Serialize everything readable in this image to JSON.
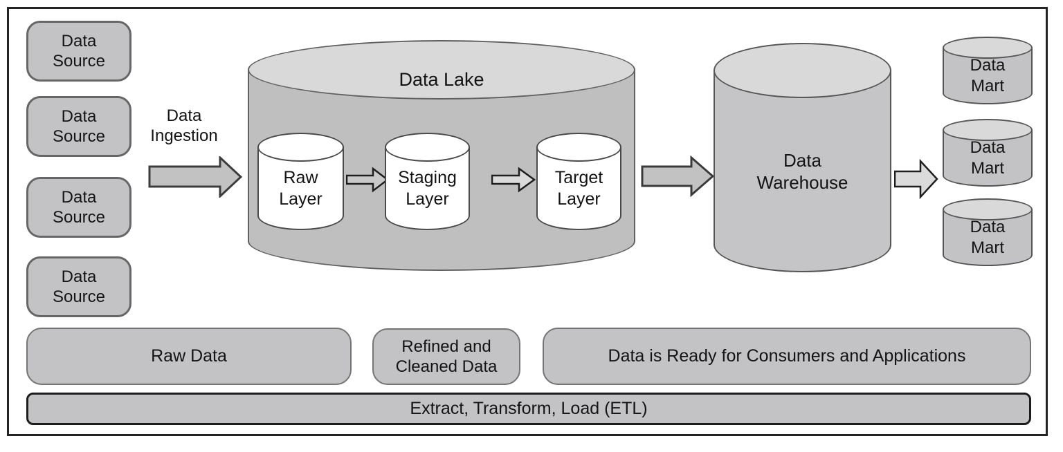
{
  "diagram": {
    "data_sources": [
      "Data\nSource",
      "Data\nSource",
      "Data\nSource",
      "Data\nSource"
    ],
    "ingestion_label": "Data\nIngestion",
    "data_lake": {
      "label": "Data Lake",
      "layers": [
        "Raw\nLayer",
        "Staging\nLayer",
        "Target\nLayer"
      ]
    },
    "warehouse_label": "Data\nWarehouse",
    "data_marts": [
      "Data\nMart",
      "Data\nMart",
      "Data\nMart"
    ],
    "stage_bars": [
      "Raw Data",
      "Refined and\nCleaned Data",
      "Data is Ready for Consumers and Applications"
    ],
    "etl_label": "Extract, Transform, Load (ETL)",
    "colors": {
      "shape_fill": "#c3c3c5",
      "shape_border": "#666666",
      "cylinder_cap": "#d9d9d9",
      "lake_fill": "#bfbfbf",
      "white_cylinder": "#ffffff",
      "arrow_fill": "#c2c2c2",
      "arrow_fill_light": "#dbdbdb",
      "frame_border": "#242424",
      "text": "#141414"
    }
  }
}
